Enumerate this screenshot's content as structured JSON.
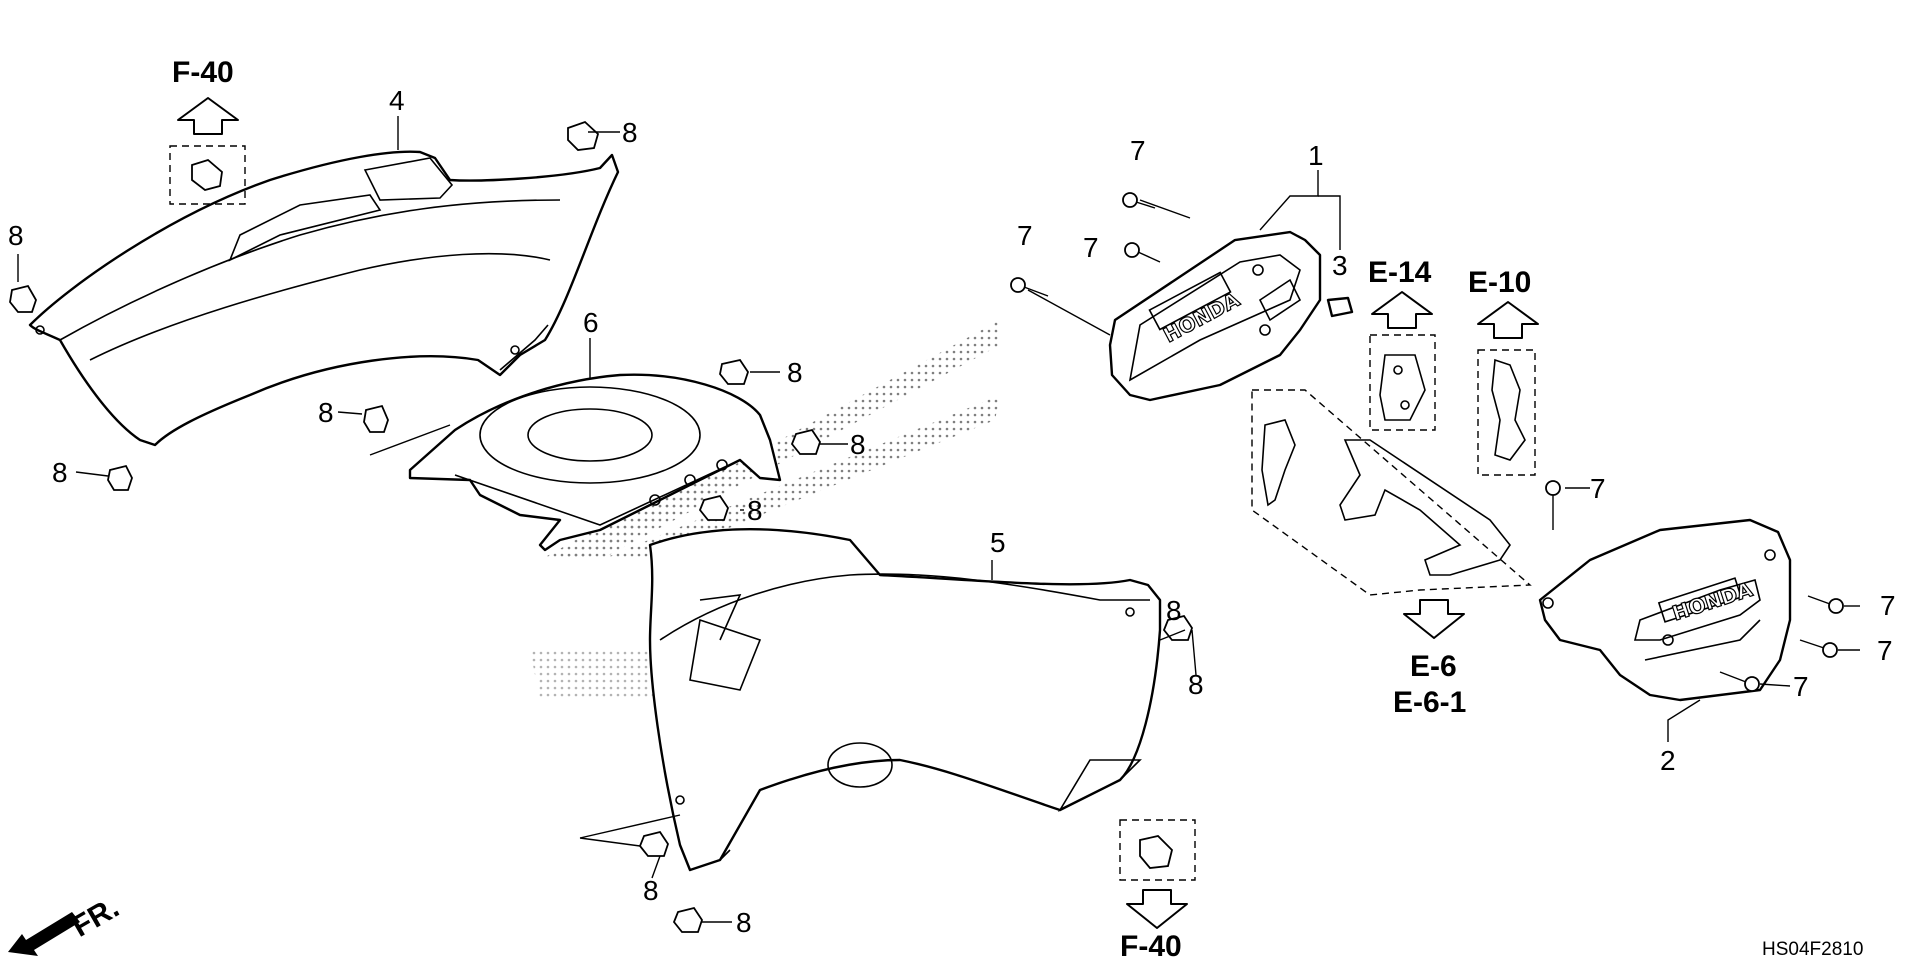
{
  "refs": {
    "f40_top": "F-40",
    "f40_bottom": "F-40",
    "e14": "E-14",
    "e10": "E-10",
    "e6": "E-6",
    "e61": "E-6-1"
  },
  "front_label": "FR.",
  "diagram_code": "HS04F2810",
  "logo_text": "HONDA",
  "callouts": {
    "p1": "1",
    "p2": "2",
    "p3": "3",
    "p4": "4",
    "p5": "5",
    "p6": "6",
    "s7a": "7",
    "s7b": "7",
    "s7c": "7",
    "s7d": "7",
    "s7e": "7",
    "s7f": "7",
    "s7g": "7",
    "s8a": "8",
    "s8b": "8",
    "s8c": "8",
    "s8d": "8",
    "s8e": "8",
    "s8f": "8",
    "s8g": "8",
    "s8h": "8",
    "s8i": "8",
    "s8j": "8",
    "s8k": "8"
  }
}
